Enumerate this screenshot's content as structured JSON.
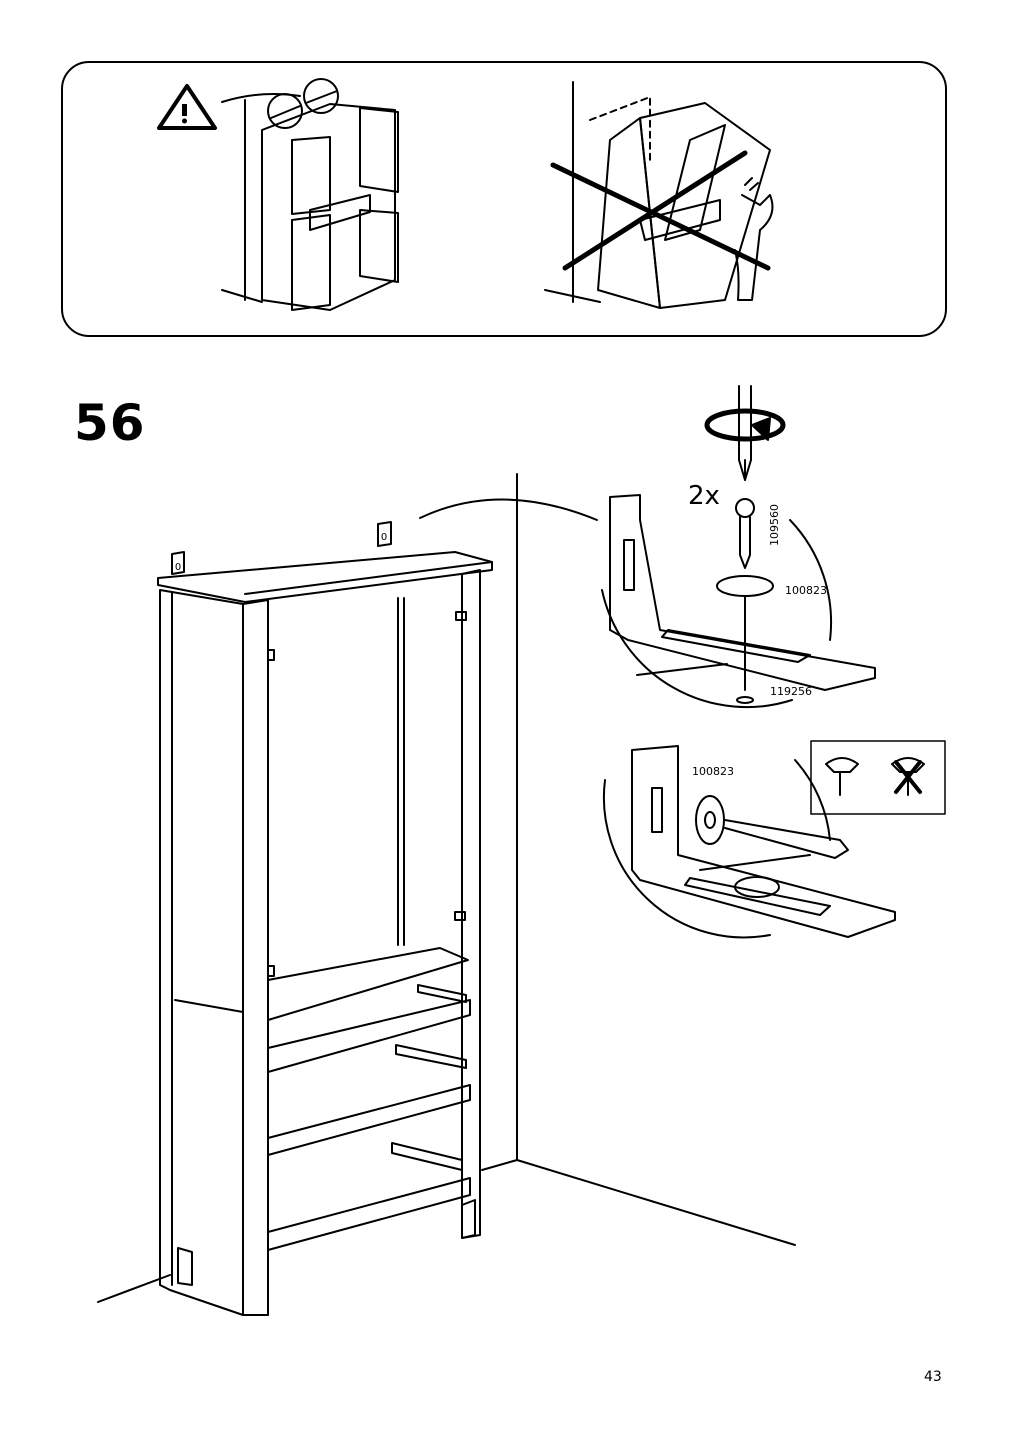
{
  "step": {
    "number": "56"
  },
  "quantity": {
    "label": "2x"
  },
  "parts": {
    "screw": "109560",
    "washer_top": "100823",
    "plug": "119256",
    "washer_detail": "100823"
  },
  "hardware_marks": {
    "bracket_letter": "0"
  },
  "page": {
    "number": "43"
  },
  "icons": [
    "warning-triangle-icon",
    "prohibited-cross-icon",
    "rotate-arrow-icon",
    "screwdriver-icon"
  ]
}
